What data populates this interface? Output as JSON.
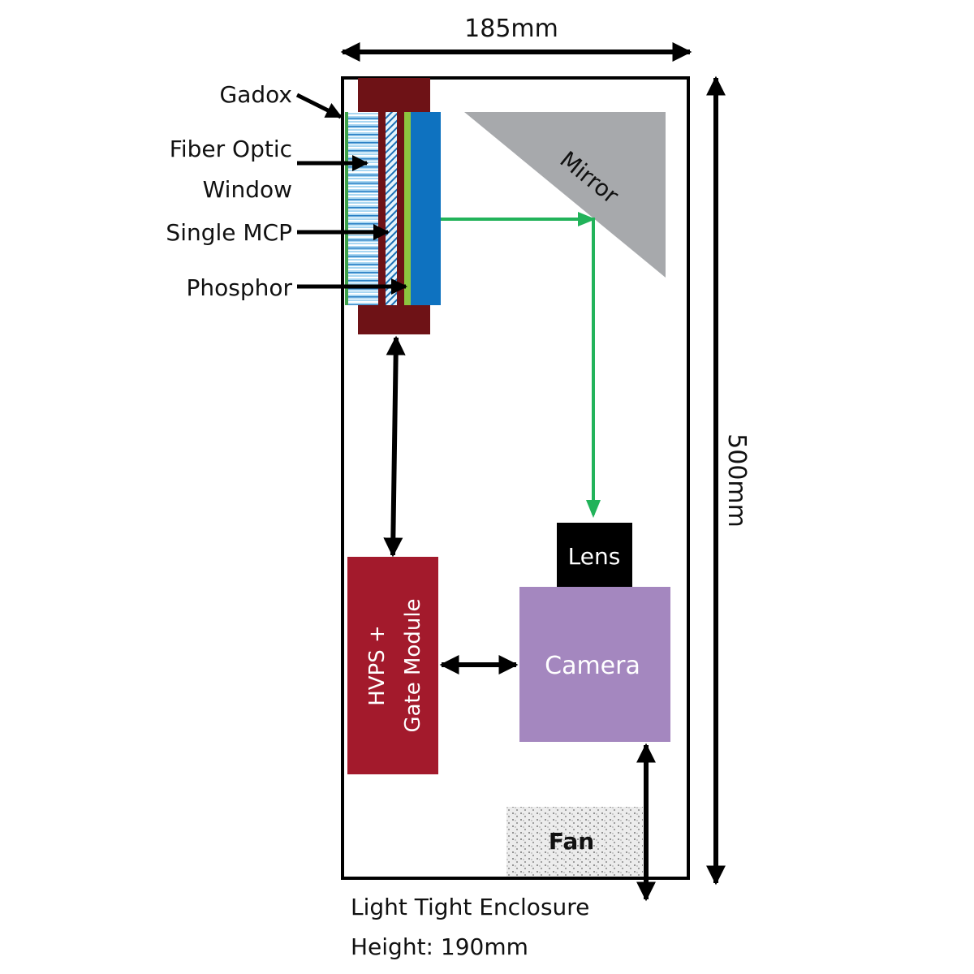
{
  "dimensions": {
    "width": "185mm",
    "length": "500mm"
  },
  "labels": {
    "gadox": "Gadox",
    "fiber_optic_line1": "Fiber Optic",
    "fiber_optic_line2": "Window",
    "single_mcp": "Single MCP",
    "phosphor": "Phosphor",
    "mirror": "Mirror",
    "lens": "Lens",
    "camera": "Camera",
    "hvps_line1": "HVPS +",
    "hvps_line2": "Gate Module",
    "fan": "Fan"
  },
  "caption": {
    "line1": "Light Tight Enclosure",
    "line2": "Height: 190mm"
  },
  "colors": {
    "detector_housing": "#6e1216",
    "fiber_optic": "#9fd0ef",
    "mcp": "#d9eefa",
    "phosphor": "#8cc63f",
    "detector_blue": "#0e72c0",
    "mirror": "#a7a9ac",
    "light_path": "#22b35a",
    "lens": "#000000",
    "camera": "#a487bf",
    "hvps": "#a31a2c",
    "fan_fill": "#e6e6e6"
  }
}
